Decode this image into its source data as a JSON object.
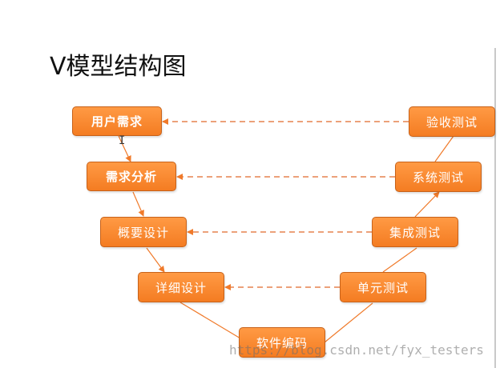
{
  "title": "V模型结构图",
  "nodes": {
    "user_requirements": "用户需求",
    "requirement_analysis": "需求分析",
    "outline_design": "概要设计",
    "detailed_design": "详细设计",
    "coding": "软件编码",
    "unit_test": "单元测试",
    "integration_test": "集成测试",
    "system_test": "系统测试",
    "acceptance_test": "验收测试"
  },
  "cursor_glyph": "I",
  "watermark": "https://blog.csdn.net/fyx_testers",
  "colors": {
    "node_fill": "#f58a2e",
    "node_border": "#c7621a",
    "connector": "#f07a2a",
    "dashed": "#e0692a"
  }
}
